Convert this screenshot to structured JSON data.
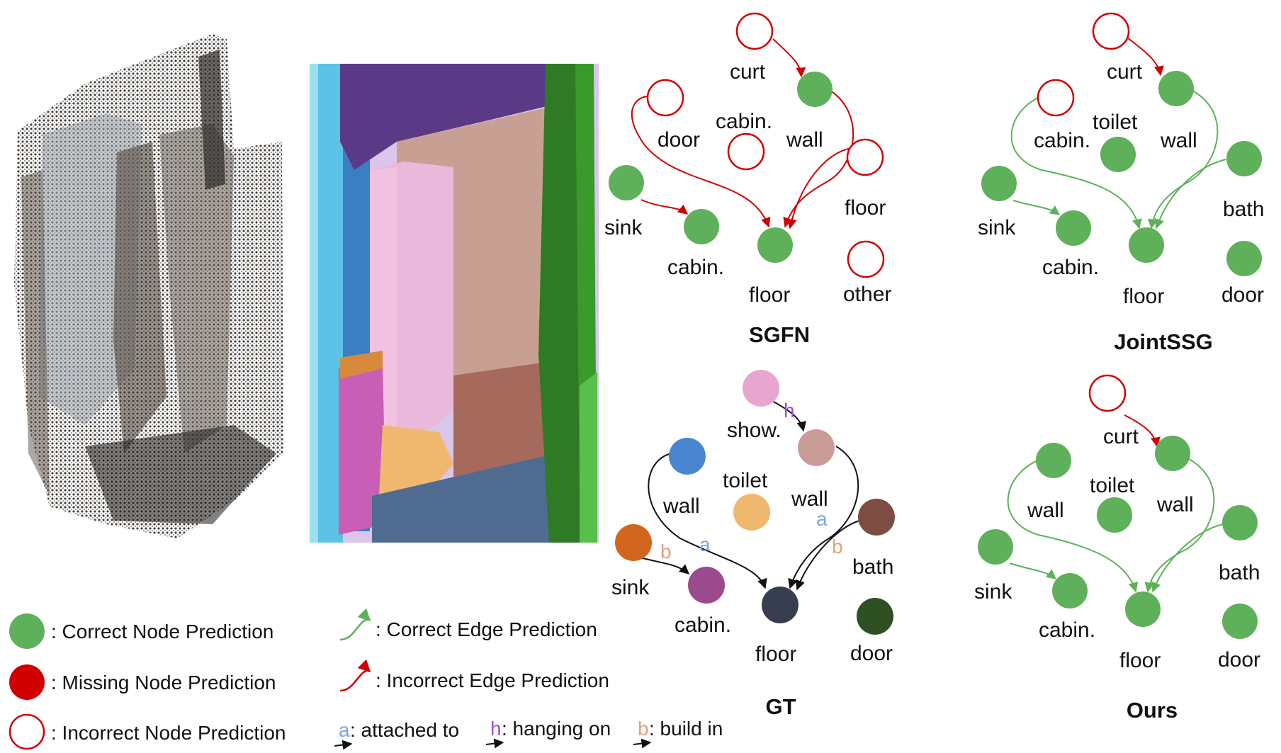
{
  "colors": {
    "correct": "#5fb05a",
    "incorrect": "#d00000",
    "shower": "#e8a6cf",
    "wall_gt": "#c99d96",
    "wall2_gt": "#4a86cf",
    "toilet_gt": "#f0b86e",
    "bath_gt": "#7d4d43",
    "sink_gt": "#d2661e",
    "cabinet_gt": "#9b4a8e",
    "floor_gt": "#373e4f",
    "door_gt": "#2f5022",
    "attached": "#7aa8d8",
    "hanging": "#a64fbf",
    "build": "#e0a27b"
  },
  "panels": {
    "pointcloud": "3D point cloud scan of bathroom",
    "segmentation": "semantic instance segmentation of bathroom"
  },
  "sgfn": {
    "title": "SGFN",
    "labels": {
      "curt": "curt",
      "cabin_top": "cabin.",
      "wall": "wall",
      "door": "door",
      "floor_right": "floor",
      "sink": "sink",
      "cabin_bottom": "cabin.",
      "floor": "floor",
      "other": "other"
    }
  },
  "jointssg": {
    "title": "JointSSG",
    "labels": {
      "curt": "curt",
      "toilet": "toilet",
      "cabin_top": "cabin.",
      "wall": "wall",
      "bath": "bath",
      "sink": "sink",
      "cabin_bottom": "cabin.",
      "floor": "floor",
      "door": "door"
    }
  },
  "gt": {
    "title": "GT",
    "labels": {
      "show": "show.",
      "toilet": "toilet",
      "wall_left": "wall",
      "wall_right": "wall",
      "bath": "bath",
      "sink": "sink",
      "cabin": "cabin.",
      "floor": "floor",
      "door": "door"
    },
    "edge_labels": {
      "h": "h",
      "a1": "a",
      "a2": "a",
      "b1": "b",
      "b2": "b"
    }
  },
  "ours": {
    "title": "Ours",
    "labels": {
      "curt": "curt",
      "toilet": "toilet",
      "wall_left": "wall",
      "wall_right": "wall",
      "bath": "bath",
      "sink": "sink",
      "cabin": "cabin.",
      "floor": "floor",
      "door": "door"
    }
  },
  "legend": {
    "correct_node": ": Correct Node Prediction",
    "missing_node": ": Missing Node Prediction",
    "incorrect_node": ": Incorrect Node Prediction",
    "correct_edge": ": Correct Edge Prediction",
    "incorrect_edge": ": Incorrect Edge Prediction",
    "a_key": "a",
    "a_text": ": attached to",
    "h_key": "h",
    "h_text": ": hanging on",
    "b_key": "b",
    "b_text": ": build in"
  }
}
